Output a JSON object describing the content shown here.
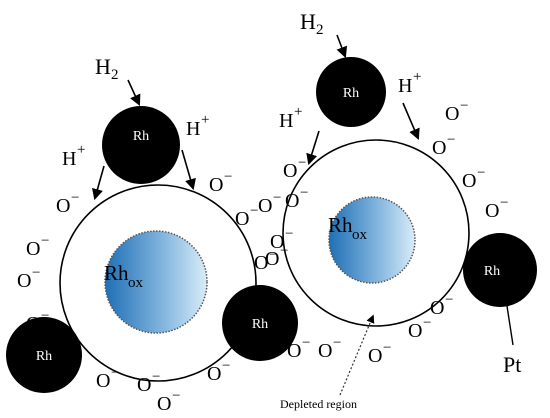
{
  "labels": {
    "h2": "H",
    "h2_sub": "2",
    "h_plus": "H",
    "plus": "+",
    "o_minus": "O",
    "minus": "−",
    "rh": "Rh",
    "rhox": "Rh",
    "rhox_sub": "ox",
    "pt": "Pt",
    "depleted_region": "Depleted region"
  },
  "colors": {
    "particle": "#000000",
    "shell": "#ffffff",
    "core_dark": "#1f6fb5",
    "core_light": "#cfe6f5"
  }
}
